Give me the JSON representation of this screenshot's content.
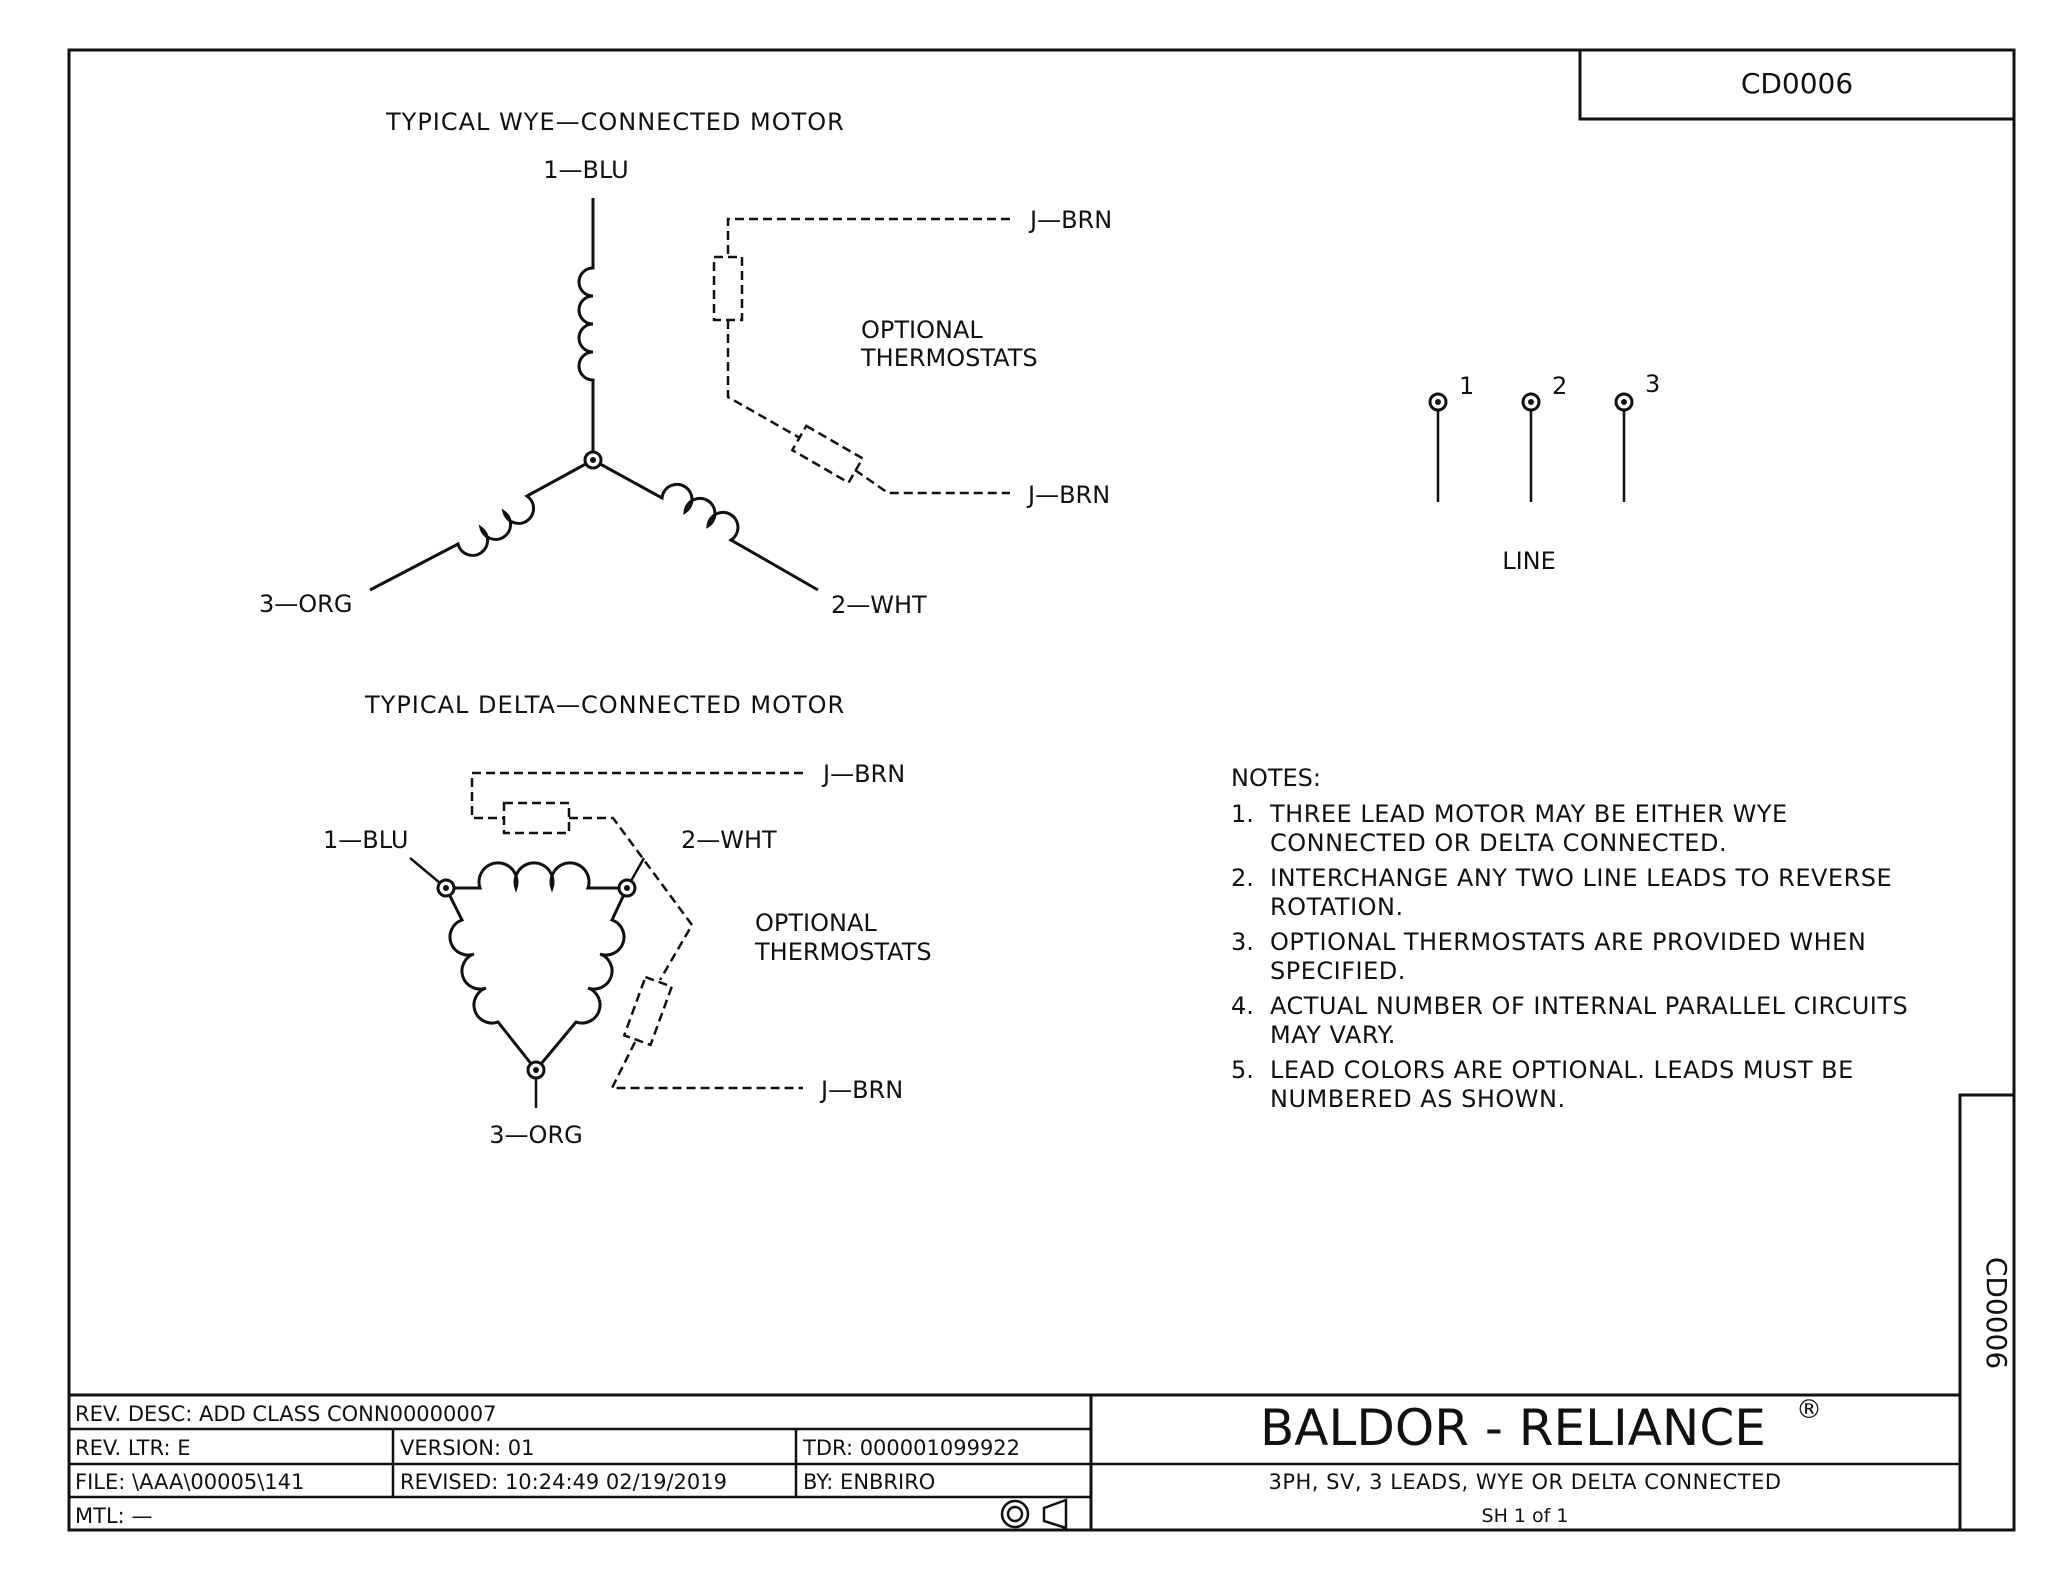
{
  "drawing_number": "CD0006",
  "drawing_number_side": "CD0006",
  "wye": {
    "title": "TYPICAL WYE—CONNECTED MOTOR",
    "lead1": "1—BLU",
    "lead2": "2—WHT",
    "lead3": "3—ORG",
    "jbrn_top": "J—BRN",
    "jbrn_bottom": "J—BRN",
    "thermo_line1": "OPTIONAL",
    "thermo_line2": "THERMOSTATS"
  },
  "delta": {
    "title": "TYPICAL DELTA—CONNECTED MOTOR",
    "lead1": "1—BLU",
    "lead2": "2—WHT",
    "lead3": "3—ORG",
    "jbrn_top": "J—BRN",
    "jbrn_bottom": "J—BRN",
    "thermo_line1": "OPTIONAL",
    "thermo_line2": "THERMOSTATS"
  },
  "line": {
    "label": "LINE",
    "terminals": [
      "1",
      "2",
      "3"
    ]
  },
  "notes": {
    "heading": "NOTES:",
    "items": [
      {
        "num": "1.",
        "l1": "THREE LEAD MOTOR MAY BE EITHER WYE",
        "l2": "CONNECTED OR DELTA CONNECTED."
      },
      {
        "num": "2.",
        "l1": "INTERCHANGE ANY TWO LINE LEADS TO REVERSE",
        "l2": "ROTATION."
      },
      {
        "num": "3.",
        "l1": "OPTIONAL THERMOSTATS ARE PROVIDED WHEN",
        "l2": "SPECIFIED."
      },
      {
        "num": "4.",
        "l1": "ACTUAL NUMBER OF INTERNAL PARALLEL CIRCUITS",
        "l2": "MAY VARY."
      },
      {
        "num": "5.",
        "l1": "LEAD COLORS ARE OPTIONAL.  LEADS MUST BE",
        "l2": "NUMBERED AS SHOWN."
      }
    ]
  },
  "title_block": {
    "rev_desc": "REV. DESC:  ADD CLASS CONN00000007",
    "rev_ltr": "REV. LTR:  E",
    "version": "VERSION: 01",
    "tdr": "TDR: 000001099922",
    "file": "FILE: \\AAA\\00005\\141",
    "revised": "REVISED: 10:24:49 02/19/2019",
    "by": "BY: ENBRIRO",
    "mtl": "MTL: —",
    "company": "BALDOR - RELIANCE",
    "registered": "®",
    "description": "3PH, SV, 3 LEADS, WYE OR DELTA CONNECTED",
    "sheet": "SH 1 of 1"
  },
  "icons": {
    "projection": "third-angle-projection-icon"
  }
}
